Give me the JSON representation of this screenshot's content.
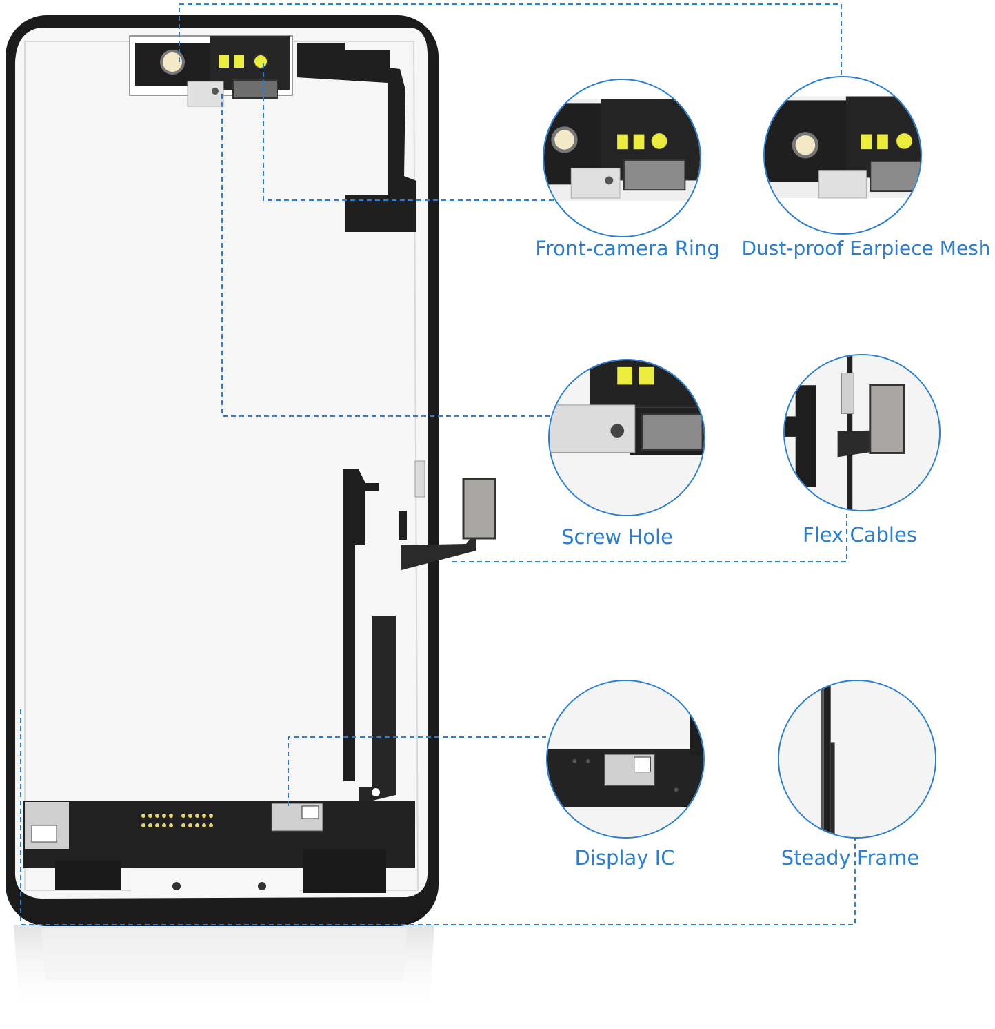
{
  "callouts": {
    "front_camera_ring": "Front-camera Ring",
    "earpiece_mesh": "Dust-proof Earpiece Mesh",
    "screw_hole": "Screw Hole",
    "flex_cables": "Flex Cables",
    "display_ic": "Display IC",
    "steady_frame": "Steady Frame"
  },
  "colors": {
    "accent": "#2a7fd4",
    "frame": "#1b1b1b",
    "flex": "#222222",
    "panel": "#f4f4f4"
  }
}
